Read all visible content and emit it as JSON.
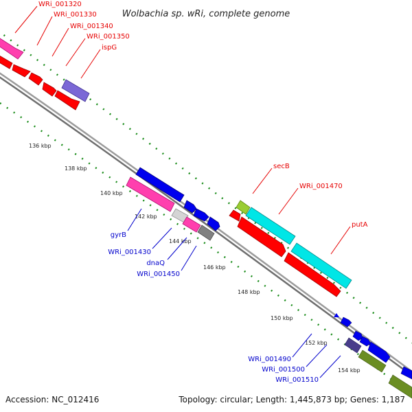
{
  "title": "Wolbachia sp. wRi, complete genome",
  "footer": {
    "accession": "Accession: NC_012416",
    "topology": "Topology: circular; Length: 1,445,873 bp; Genes: 1,187"
  },
  "colors": {
    "backbone": "#808080",
    "tick": "#1a8c1a",
    "red_gene": "#ff0000",
    "magenta_gene": "#ff3fae",
    "blue_gene": "#0000ee",
    "cyan_gene": "#00e6e6",
    "purple_gene": "#7b68d6",
    "gray_gene": "#808080",
    "olive_gene": "#6b8e23"
  },
  "scale_labels": [
    "136 kbp",
    "138 kbp",
    "140 kbp",
    "142 kbp",
    "144 kbp",
    "146 kbp",
    "148 kbp",
    "150 kbp",
    "152 kbp",
    "154 kbp"
  ],
  "gene_labels_red": [
    "WRi_001320",
    "WRi_001330",
    "WRi_001340",
    "WRi_001350",
    "ispG",
    "secB",
    "WRi_001470",
    "putA"
  ],
  "gene_labels_blue": [
    "gyrB",
    "WRi_001430",
    "dnaQ",
    "WRi_001450",
    "WRi_001490",
    "WRi_001500",
    "WRi_001510"
  ]
}
